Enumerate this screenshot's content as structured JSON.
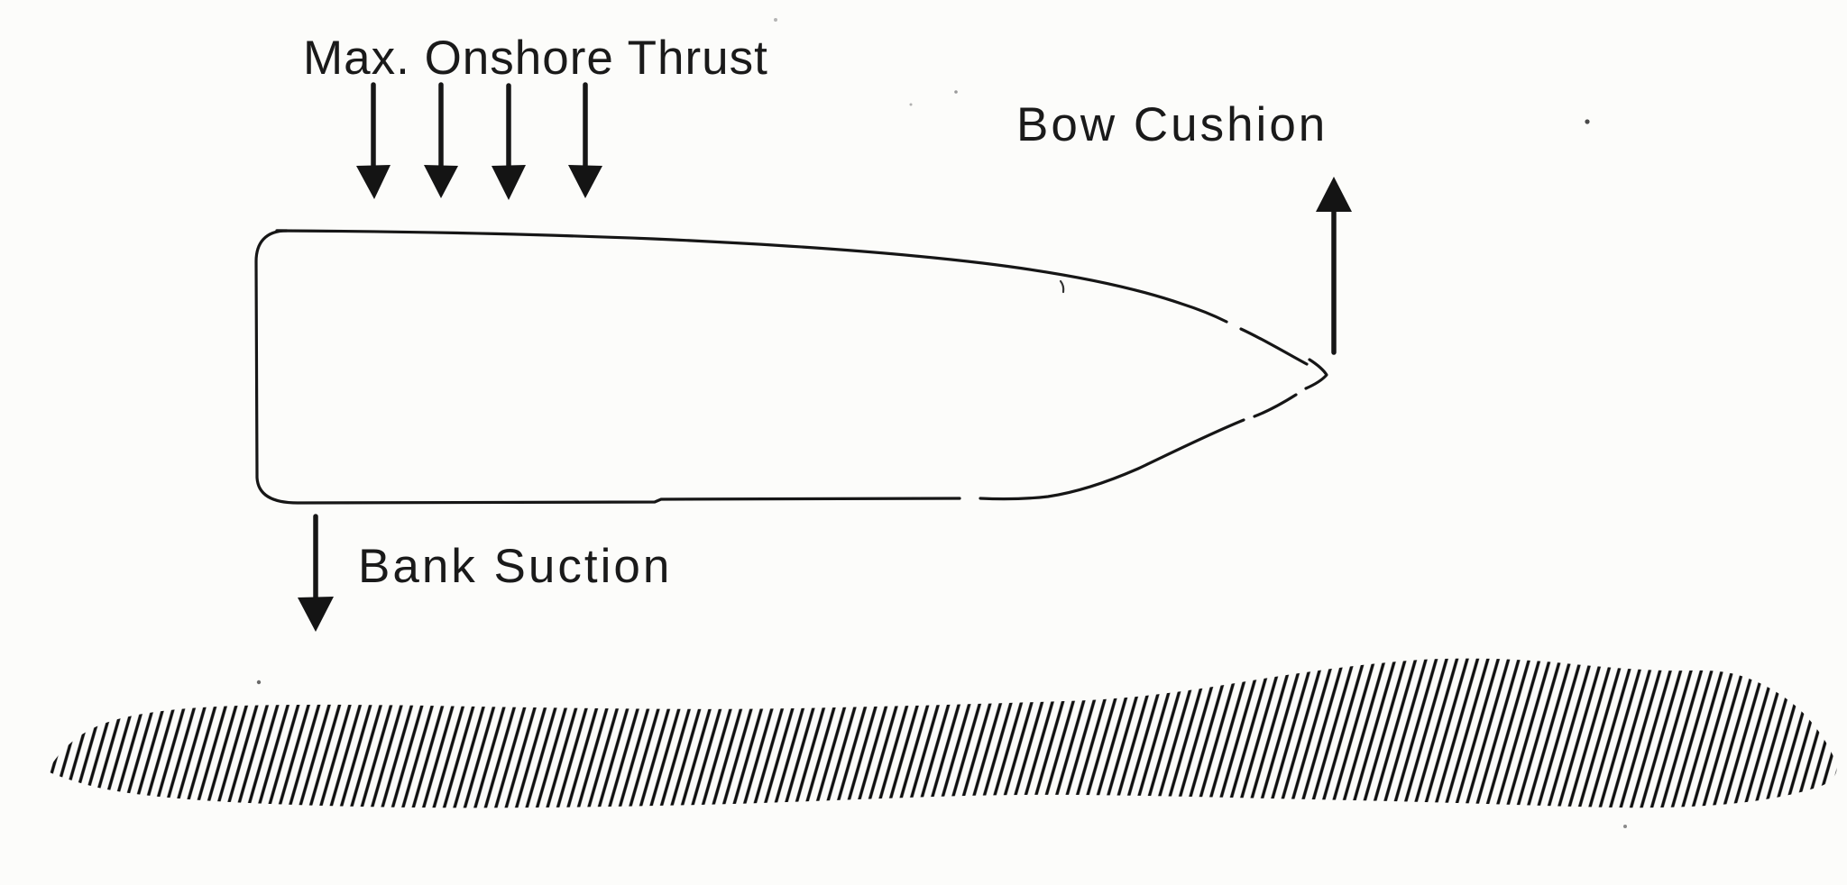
{
  "figure": {
    "labels": {
      "max_onshore_thrust": "Max. Onshore Thrust",
      "bow_cushion": "Bow Cushion",
      "bank_suction": "Bank Suction"
    },
    "arrows": {
      "onshore_thrust": {
        "direction": "down",
        "count": 4
      },
      "bow_cushion": {
        "direction": "up",
        "count": 1
      },
      "bank_suction": {
        "direction": "down",
        "count": 1
      }
    },
    "shapes": {
      "ship_hull": "ship-hull-plan-view-bow-right",
      "bank": "hatched-bank-shoreline"
    },
    "colors": {
      "ink": "#1a1a1a",
      "paper": "#fcfcfa"
    }
  }
}
